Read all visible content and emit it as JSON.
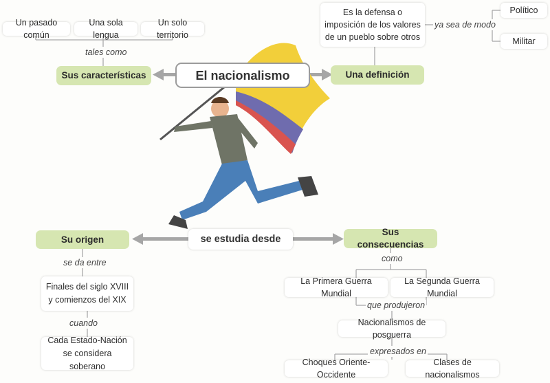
{
  "central": "El nacionalismo",
  "hub": "se estudia desde",
  "caracteristicas": {
    "title": "Sus características",
    "connector": "tales como",
    "items": [
      "Un pasado común",
      "Una sola lengua",
      "Un solo territorio"
    ]
  },
  "definicion": {
    "title": "Una definición",
    "text": "Es la defensa o imposición de los valores de un pueblo sobre otros",
    "connector": "ya sea de modo",
    "modes": [
      "Político",
      "Militar"
    ]
  },
  "origen": {
    "title": "Su origen",
    "connector1": "se da entre",
    "period": "Finales del siglo XVIII y comienzos del XIX",
    "connector2": "cuando",
    "event": "Cada Estado-Nación se considera soberano"
  },
  "consecuencias": {
    "title": "Sus consecuencias",
    "connector1": "como",
    "wars": [
      "La Primera Guerra Mundial",
      "La Segunda Guerra Mundial"
    ],
    "connector2": "que produjeron",
    "result": "Nacionalismos de posguerra",
    "connector3": "expresados en",
    "expressions": [
      "Choques Oriente-Occidente",
      "Clases de nacionalismos"
    ]
  },
  "colors": {
    "green_box": "#d6e6b1",
    "arrow": "#a6a6a6",
    "flag_yellow": "#f2cf3a",
    "flag_blue": "#6f6cae",
    "flag_red": "#d9544f"
  },
  "illustration": "man-running-with-flag"
}
